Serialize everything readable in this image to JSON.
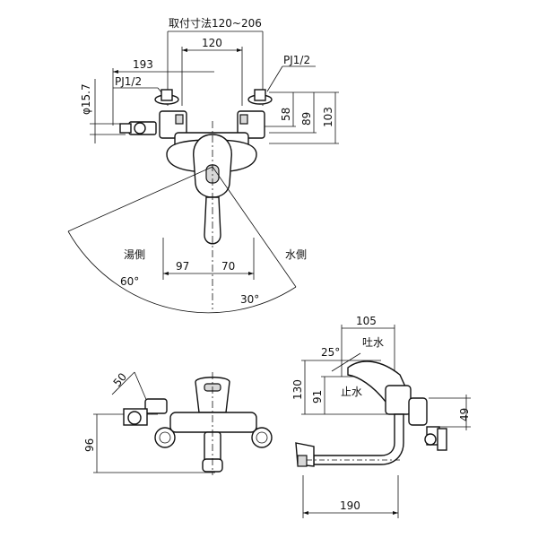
{
  "top_view": {
    "mount_range_label": "取付寸法120~206",
    "dim_120": "120",
    "dim_193": "193",
    "thread_right": "PJ1/2",
    "thread_left": "PJ1/2",
    "dim_diameter": "φ15.7",
    "dim_58": "58",
    "dim_89": "89",
    "dim_103": "103",
    "hot_side": "湯側",
    "cold_side": "水側",
    "dim_97": "97",
    "dim_70": "70",
    "angle_60": "60°",
    "angle_30": "30°"
  },
  "front_view": {
    "dim_50": "50",
    "dim_96": "96"
  },
  "side_view": {
    "dim_105": "105",
    "angle_25": "25°",
    "spout_water": "吐水",
    "dim_130": "130",
    "dim_91": "91",
    "stop_water": "止水",
    "dim_49": "49",
    "dim_190": "190"
  }
}
